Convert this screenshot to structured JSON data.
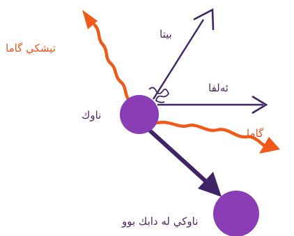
{
  "colors": {
    "arrow_dark": "#3e2466",
    "arrow_orange": "#ef5a1a",
    "nucleus": "#8b3db5",
    "text_dark": "#4a2a6a",
    "text_orange": "#e8551c"
  },
  "labels": {
    "gamma_ray": "تيشكي گاما",
    "beta": "بيتا",
    "alpha": "ئه‌لفا",
    "gamma": "گاما",
    "nucleus": "ناوك",
    "daughter_nucleus": "ناوكي له‌ دابك بوو"
  }
}
